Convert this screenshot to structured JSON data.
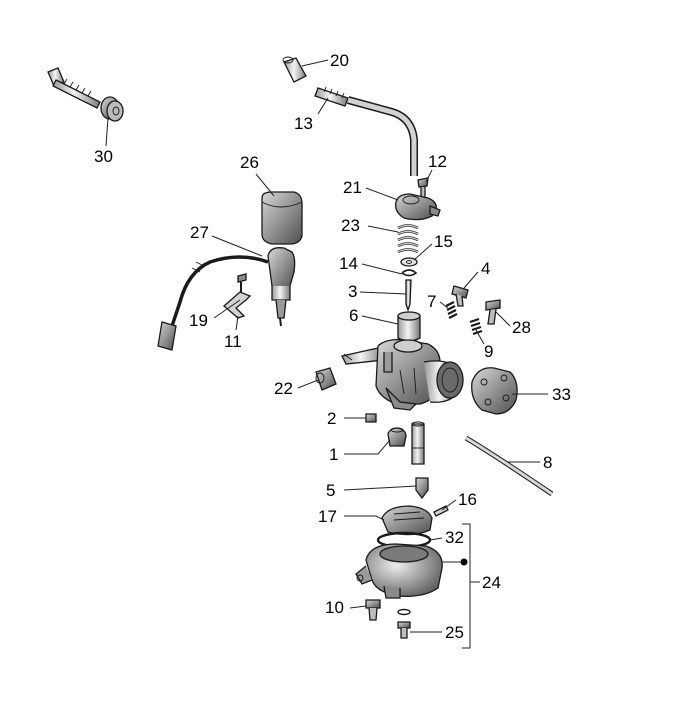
{
  "diagram": {
    "callouts": [
      {
        "id": "20",
        "text": "20"
      },
      {
        "id": "13",
        "text": "13"
      },
      {
        "id": "30",
        "text": "30"
      },
      {
        "id": "26",
        "text": "26"
      },
      {
        "id": "12",
        "text": "12"
      },
      {
        "id": "21",
        "text": "21"
      },
      {
        "id": "23",
        "text": "23"
      },
      {
        "id": "27",
        "text": "27"
      },
      {
        "id": "15",
        "text": "15"
      },
      {
        "id": "14",
        "text": "14"
      },
      {
        "id": "4",
        "text": "4"
      },
      {
        "id": "3",
        "text": "3"
      },
      {
        "id": "7",
        "text": "7"
      },
      {
        "id": "28",
        "text": "28"
      },
      {
        "id": "19",
        "text": "19"
      },
      {
        "id": "6",
        "text": "6"
      },
      {
        "id": "11",
        "text": "11"
      },
      {
        "id": "9",
        "text": "9"
      },
      {
        "id": "22",
        "text": "22"
      },
      {
        "id": "33",
        "text": "33"
      },
      {
        "id": "2",
        "text": "2"
      },
      {
        "id": "1",
        "text": "1"
      },
      {
        "id": "8",
        "text": "8"
      },
      {
        "id": "5",
        "text": "5"
      },
      {
        "id": "16",
        "text": "16"
      },
      {
        "id": "17",
        "text": "17"
      },
      {
        "id": "32",
        "text": "32"
      },
      {
        "id": "24",
        "text": "24"
      },
      {
        "id": "10",
        "text": "10"
      },
      {
        "id": "25",
        "text": "25"
      }
    ],
    "colors": {
      "line": "#222222",
      "part_fill": "#f2f2f2",
      "part_shade": "#b8b8b8",
      "part_dark": "#6a6a6a",
      "background": "#ffffff"
    }
  }
}
